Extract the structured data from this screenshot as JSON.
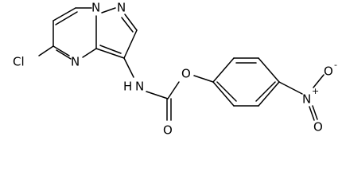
{
  "structure": {
    "atoms": {
      "cl": "Cl",
      "n_ring_top": "N",
      "n_pyrazole": "N",
      "n_ring_mid": "N",
      "nh": "N",
      "nh_h": "H",
      "o_ester": "O",
      "o_carbonyl": "O",
      "n_nitro": "N",
      "n_nitro_charge": "+",
      "o_nitro_top": "O",
      "o_nitro_top_charge": "-",
      "o_nitro_bottom": "O"
    }
  }
}
